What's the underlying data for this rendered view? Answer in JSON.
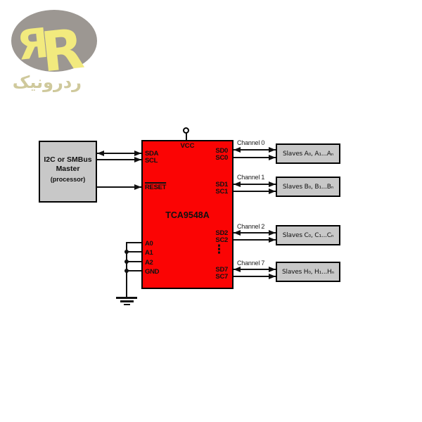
{
  "logo": {
    "mark_letter_left": "Я",
    "mark_letter_right": "R",
    "wordmark": "ردرونیک"
  },
  "master": {
    "line1": "I2C or SMBus",
    "line2": "Master",
    "line3": "(processor)"
  },
  "chip": {
    "name": "TCA9548A",
    "vcc": "VCC",
    "sda": "SDA",
    "scl": "SCL",
    "reset": "RESET",
    "a0": "A0",
    "a1": "A1",
    "a2": "A2",
    "gnd": "GND",
    "sd0": "SD0",
    "sc0": "SC0",
    "sd1": "SD1",
    "sc1": "SC1",
    "sd2": "SD2",
    "sc2": "SC2",
    "sd7": "SD7",
    "sc7": "SC7",
    "ellipsis": "⋮"
  },
  "channels": [
    {
      "label": "Channel 0",
      "slave": "Slaves A₀, A₁...Aₙ"
    },
    {
      "label": "Channel 1",
      "slave": "Slaves B₀, B₁...Bₙ"
    },
    {
      "label": "Channel 2",
      "slave": "Slaves C₀, C₁...Cₙ"
    },
    {
      "label": "Channel 7",
      "slave": "Slaves H₀, H₁...Hₙ"
    }
  ],
  "colors": {
    "chip_fill": "#fb0404",
    "box_fill": "#c8c8c8",
    "wire": "#111111",
    "logo_ellipse": "#9c9792",
    "logo_letters": "#f2ea7e",
    "logo_wordmark": "#cfc99c"
  }
}
